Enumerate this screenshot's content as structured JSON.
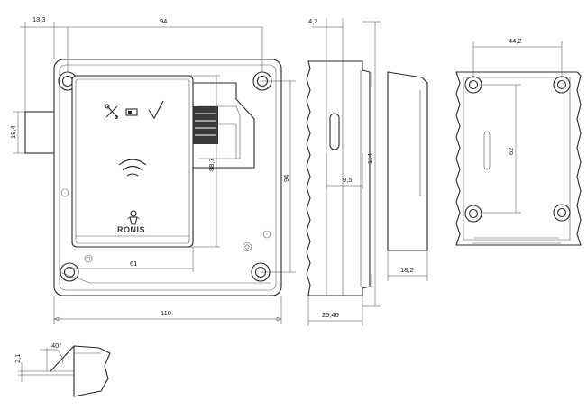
{
  "dimensions": {
    "overall_width": "110",
    "inner_width": "94",
    "left_offset": "13,3",
    "bolt_height": "19,4",
    "hole_spacing_h": "94",
    "inner_height": "88,7",
    "bottom_offset": "61",
    "side_top_width": "4,2",
    "side_total_height": "114",
    "side_mid_width": "9,5",
    "side_depth": "25,46",
    "cover_depth": "18,2",
    "back_width": "44,2",
    "back_height": "62",
    "bolt_angle": "40°",
    "bolt_offset": "2,1"
  },
  "brand": {
    "logo_text": "RONIS"
  },
  "icons": {
    "reject": "wrench-cross-icon",
    "card": "card-slot-icon",
    "accept": "checkmark-icon",
    "wireless": "rfid-waves-icon",
    "logo": "keyhole-person-logo"
  }
}
